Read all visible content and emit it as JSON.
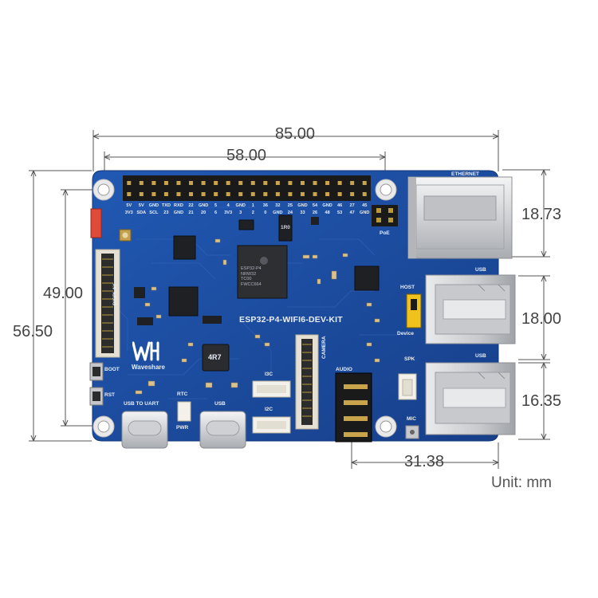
{
  "dimensions": {
    "width_total": "85.00",
    "hole_spacing_x": "58.00",
    "ethernet_height": "18.73",
    "hole_spacing_y": "49.00",
    "height_total": "56.50",
    "usb_upper_height": "18.00",
    "usb_lower_height": "16.35",
    "audio_offset": "31.38",
    "unit": "Unit: mm"
  },
  "board": {
    "model": "ESP32-P4-WIFI6-DEV-KIT",
    "brand": "Waveshare",
    "chip_lines": [
      "ESP32-P4",
      "NRW32",
      "TC00",
      "FWCC664"
    ],
    "header_top_row": [
      "5V",
      "5V",
      "GND",
      "TXD",
      "RXD",
      "22",
      "GND",
      "5",
      "4",
      "GND",
      "1",
      "36",
      "32",
      "25",
      "GND",
      "54",
      "GND",
      "46",
      "27",
      "45"
    ],
    "header_bottom_row": [
      "3V3",
      "SDA",
      "SCL",
      "23",
      "GND",
      "21",
      "20",
      "6",
      "3V3",
      "3",
      "2",
      "0",
      "GND",
      "24",
      "33",
      "26",
      "48",
      "53",
      "47",
      "GND"
    ],
    "labels": {
      "ethernet": "ETHERNET",
      "poe": "PoE",
      "usb_upper": "USB",
      "usb_lower": "USB",
      "host": "HOST",
      "device": "Device",
      "display": "DISPLAY",
      "camera": "CAMERA",
      "audio": "AUDIO",
      "spk": "SPK",
      "mic": "MIC",
      "i3c": "I3C",
      "i2c": "I2C",
      "rtc": "RTC",
      "pwr": "PWR",
      "usb_to_uart": "USB TO UART",
      "usb_c": "USB",
      "boot": "BOOT",
      "rst": "RST",
      "inductor": "4R7",
      "crystal": "1R0"
    }
  },
  "colors": {
    "board": "#1d4fa3",
    "board_edge": "#163f86",
    "silkscreen": "#e8eef8",
    "dimension_line": "#555555",
    "metal": "#d9dadc"
  }
}
